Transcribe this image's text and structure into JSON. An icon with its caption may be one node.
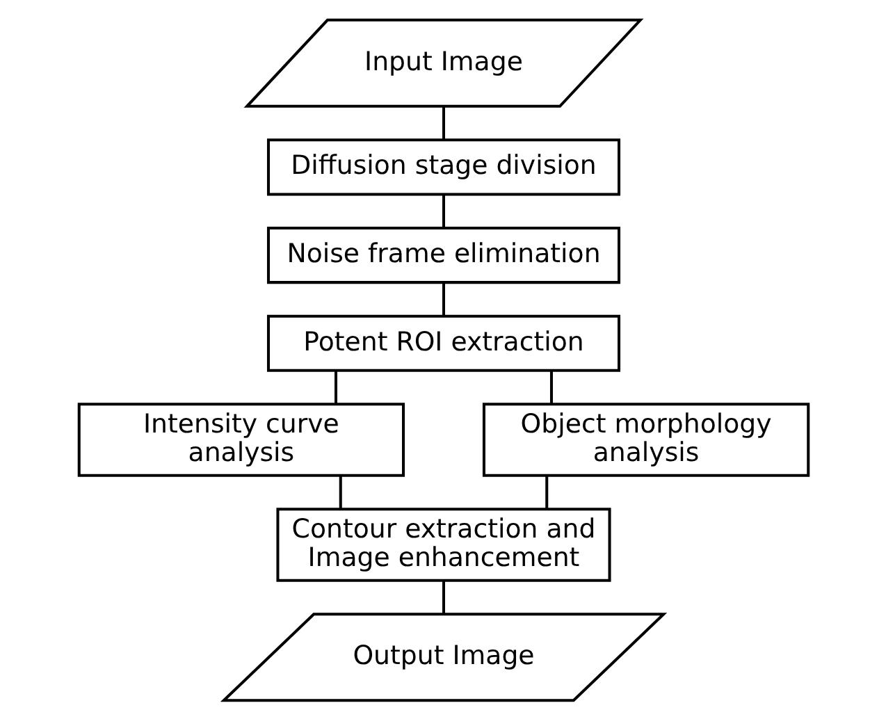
{
  "diagram": {
    "nodes": [
      {
        "text": [
          "Input Image"
        ]
      },
      {
        "text": [
          "Diffusion stage division"
        ]
      },
      {
        "text": [
          "Noise frame elimination"
        ]
      },
      {
        "text": [
          "Potent ROI extraction"
        ]
      },
      {
        "text": [
          "Intensity curve analysis"
        ]
      },
      {
        "text": [
          "Object morphology analysis"
        ]
      },
      {
        "text": [
          "Contour extraction and Image enhancement"
        ]
      },
      {
        "text": [
          "Output Image"
        ]
      }
    ],
    "edges": [
      {
        "from": 0,
        "to": 1,
        "arrow": "none"
      },
      {
        "from": 1,
        "to": 2,
        "arrow": "none"
      },
      {
        "from": 2,
        "to": 3,
        "arrow": "none"
      },
      {
        "from": 3,
        "to": 4,
        "arrow": "none"
      },
      {
        "from": 3,
        "to": 5,
        "arrow": "none"
      },
      {
        "from": 4,
        "to": 6,
        "arrow": "none"
      },
      {
        "from": 5,
        "to": 6,
        "arrow": "none"
      },
      {
        "from": 6,
        "to": 7,
        "arrow": "none"
      }
    ]
  }
}
